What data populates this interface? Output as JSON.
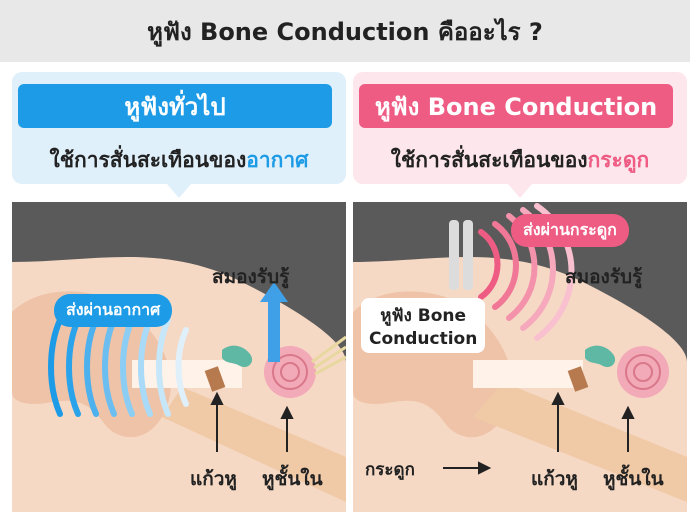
{
  "title": "หูฟัง Bone Conduction คืออะไร ?",
  "left": {
    "heading": "หูฟังทั่วไป",
    "subtitle_prefix": "ใช้การสั่นสะเทือนของ",
    "subtitle_accent": "อากาศ",
    "pill": "ส่งผ่านอากาศ",
    "brain_label": "สมองรับรู้",
    "eardrum_label": "แก้วหู",
    "inner_ear_label": "หูชั้นใน"
  },
  "right": {
    "heading": "หูฟัง Bone Conduction",
    "subtitle_prefix": "ใช้การสั่นสะเทือนของ",
    "subtitle_accent": "กระดูก",
    "pill": "ส่งผ่านกระดูก",
    "brain_label": "สมองรับรู้",
    "device_label_1": "หูฟัง Bone",
    "device_label_2": "Conduction",
    "bone_label": "กระดูก",
    "eardrum_label": "แก้วหู",
    "inner_ear_label": "หูชั้นใน"
  },
  "colors": {
    "blue": "#1d9be6",
    "pink": "#ee5c84",
    "skin": "#f6d9c4",
    "hair": "#5a5a5a",
    "bone": "#f0c9a6"
  }
}
